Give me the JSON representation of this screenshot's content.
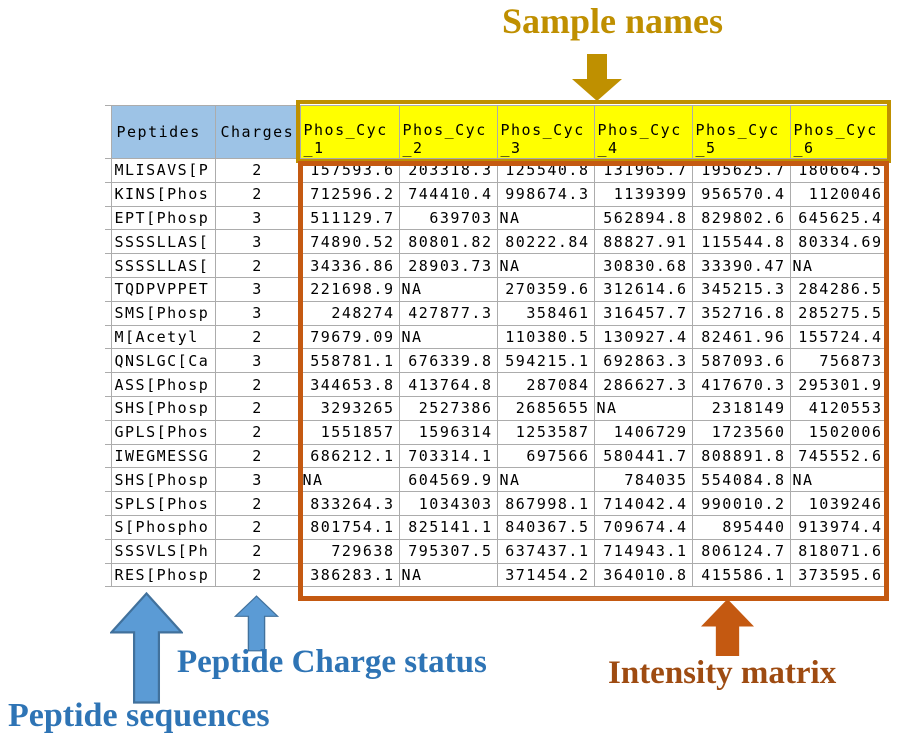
{
  "annotations": {
    "sample_names": "Sample names",
    "peptide_charge_status": "Peptide Charge status",
    "peptide_sequences": "Peptide sequences",
    "intensity_matrix": "Intensity matrix"
  },
  "icons": {
    "sample_names_arrow": "down-block-arrow",
    "peptide_sequences_arrow": "up-block-arrow",
    "charge_status_arrow": "up-block-arrow",
    "intensity_matrix_arrow": "up-block-arrow"
  },
  "colors": {
    "header_blue": "#9DC3E6",
    "header_yellow": "#FFFF00",
    "grid": "#ACACAC",
    "gold": "#BF9000",
    "gold_text": "#BF8F00",
    "blue_arrow": "#5B9BD5",
    "blue_arrow_border": "#41719C",
    "blue_text": "#2E74B5",
    "orange": "#C45911",
    "orange_text": "#9E4B11"
  },
  "table": {
    "peptides_header": "Peptides",
    "charges_header": "Charges",
    "sample_columns": [
      "Phos_Cyc_1",
      "Phos_Cyc_2",
      "Phos_Cyc_3",
      "Phos_Cyc_4",
      "Phos_Cyc_5",
      "Phos_Cyc_6"
    ],
    "rows": [
      {
        "peptide": "MLISAVS[P",
        "charge": "2",
        "values": [
          "157593.6",
          "203318.3",
          "125540.8",
          "131965.7",
          "195625.7",
          "180664.5"
        ]
      },
      {
        "peptide": "KINS[Phos",
        "charge": "2",
        "values": [
          "712596.2",
          "744410.4",
          "998674.3",
          "1139399",
          "956570.4",
          "1120046"
        ]
      },
      {
        "peptide": "EPT[Phosp",
        "charge": "3",
        "values": [
          "511129.7",
          "639703",
          "NA",
          "562894.8",
          "829802.6",
          "645625.4"
        ]
      },
      {
        "peptide": "SSSSLLAS[",
        "charge": "3",
        "values": [
          "74890.52",
          "80801.82",
          "80222.84",
          "88827.91",
          "115544.8",
          "80334.69"
        ]
      },
      {
        "peptide": "SSSSLLAS[",
        "charge": "2",
        "values": [
          "34336.86",
          "28903.73",
          "NA",
          "30830.68",
          "33390.47",
          "NA"
        ]
      },
      {
        "peptide": "TQDPVPPET",
        "charge": "3",
        "values": [
          "221698.9",
          "NA",
          "270359.6",
          "312614.6",
          "345215.3",
          "284286.5"
        ]
      },
      {
        "peptide": "SMS[Phosp",
        "charge": "3",
        "values": [
          "248274",
          "427877.3",
          "358461",
          "316457.7",
          "352716.8",
          "285275.5"
        ]
      },
      {
        "peptide": "M[Acetyl",
        "charge": "2",
        "values": [
          "79679.09",
          "NA",
          "110380.5",
          "130927.4",
          "82461.96",
          "155724.4"
        ]
      },
      {
        "peptide": "QNSLGC[Ca",
        "charge": "3",
        "values": [
          "558781.1",
          "676339.8",
          "594215.1",
          "692863.3",
          "587093.6",
          "756873"
        ]
      },
      {
        "peptide": "ASS[Phosp",
        "charge": "2",
        "values": [
          "344653.8",
          "413764.8",
          "287084",
          "286627.3",
          "417670.3",
          "295301.9"
        ]
      },
      {
        "peptide": "SHS[Phosp",
        "charge": "2",
        "values": [
          "3293265",
          "2527386",
          "2685655",
          "NA",
          "2318149",
          "4120553"
        ]
      },
      {
        "peptide": "GPLS[Phos",
        "charge": "2",
        "values": [
          "1551857",
          "1596314",
          "1253587",
          "1406729",
          "1723560",
          "1502006"
        ]
      },
      {
        "peptide": "IWEGMESSG",
        "charge": "2",
        "values": [
          "686212.1",
          "703314.1",
          "697566",
          "580441.7",
          "808891.8",
          "745552.6"
        ]
      },
      {
        "peptide": "SHS[Phosp",
        "charge": "3",
        "values": [
          "NA",
          "604569.9",
          "NA",
          "784035",
          "554084.8",
          "NA"
        ]
      },
      {
        "peptide": "SPLS[Phos",
        "charge": "2",
        "values": [
          "833264.3",
          "1034303",
          "867998.1",
          "714042.4",
          "990010.2",
          "1039246"
        ]
      },
      {
        "peptide": "S[Phospho",
        "charge": "2",
        "values": [
          "801754.1",
          "825141.1",
          "840367.5",
          "709674.4",
          "895440",
          "913974.4"
        ]
      },
      {
        "peptide": "SSSVLS[Ph",
        "charge": "2",
        "values": [
          "729638",
          "795307.5",
          "637437.1",
          "714943.1",
          "806124.7",
          "818071.6"
        ]
      },
      {
        "peptide": "RES[Phosp",
        "charge": "2",
        "values": [
          "386283.1",
          "NA",
          "371454.2",
          "364010.8",
          "415586.1",
          "373595.6"
        ]
      }
    ]
  }
}
